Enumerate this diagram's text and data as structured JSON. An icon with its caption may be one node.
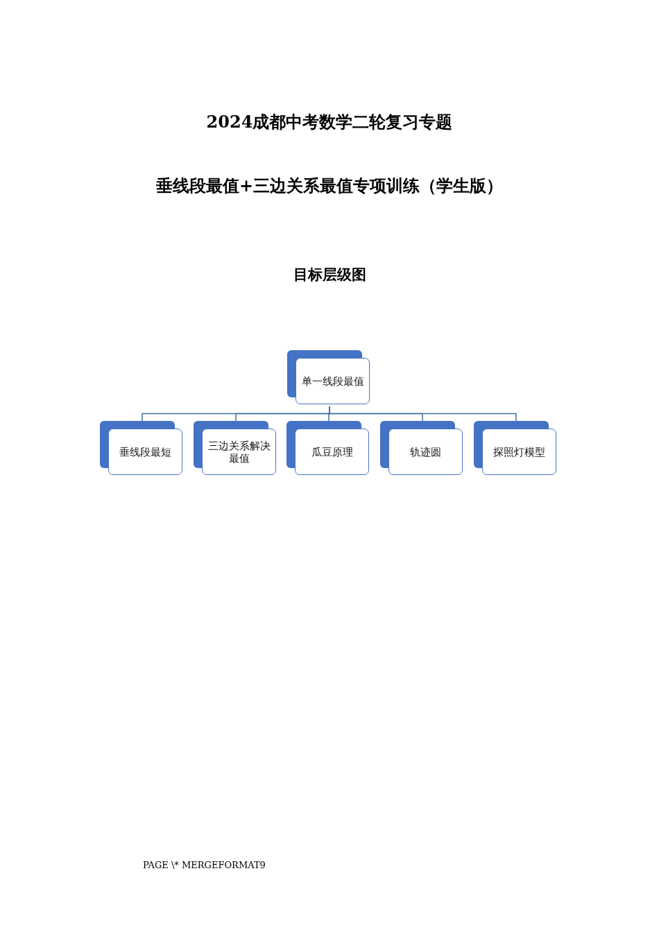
{
  "diagram": {
    "title": "2024成都中考数学二轮复习专题",
    "nodes": [
      {
        "text": [
          "单一线段最值"
        ]
      },
      {
        "text": [
          "垂线段最短"
        ]
      },
      {
        "text": [
          "三边关系解决最值"
        ]
      },
      {
        "text": [
          "瓜豆原理"
        ]
      },
      {
        "text": [
          "轨迹圆"
        ]
      },
      {
        "text": [
          "探照灯模型"
        ]
      }
    ],
    "edges": [
      {
        "from": 0,
        "to": 1,
        "arrow": "none"
      },
      {
        "from": 0,
        "to": 2,
        "arrow": "none"
      },
      {
        "from": 0,
        "to": 3,
        "arrow": "none"
      },
      {
        "from": 0,
        "to": 4,
        "arrow": "none"
      },
      {
        "from": 0,
        "to": 5,
        "arrow": "none"
      }
    ],
    "labels": [
      "垂线段最值+三边关系最值专项训练（学生版）",
      "目标层级图",
      "PAGE \\* MERGEFORMAT9"
    ]
  }
}
